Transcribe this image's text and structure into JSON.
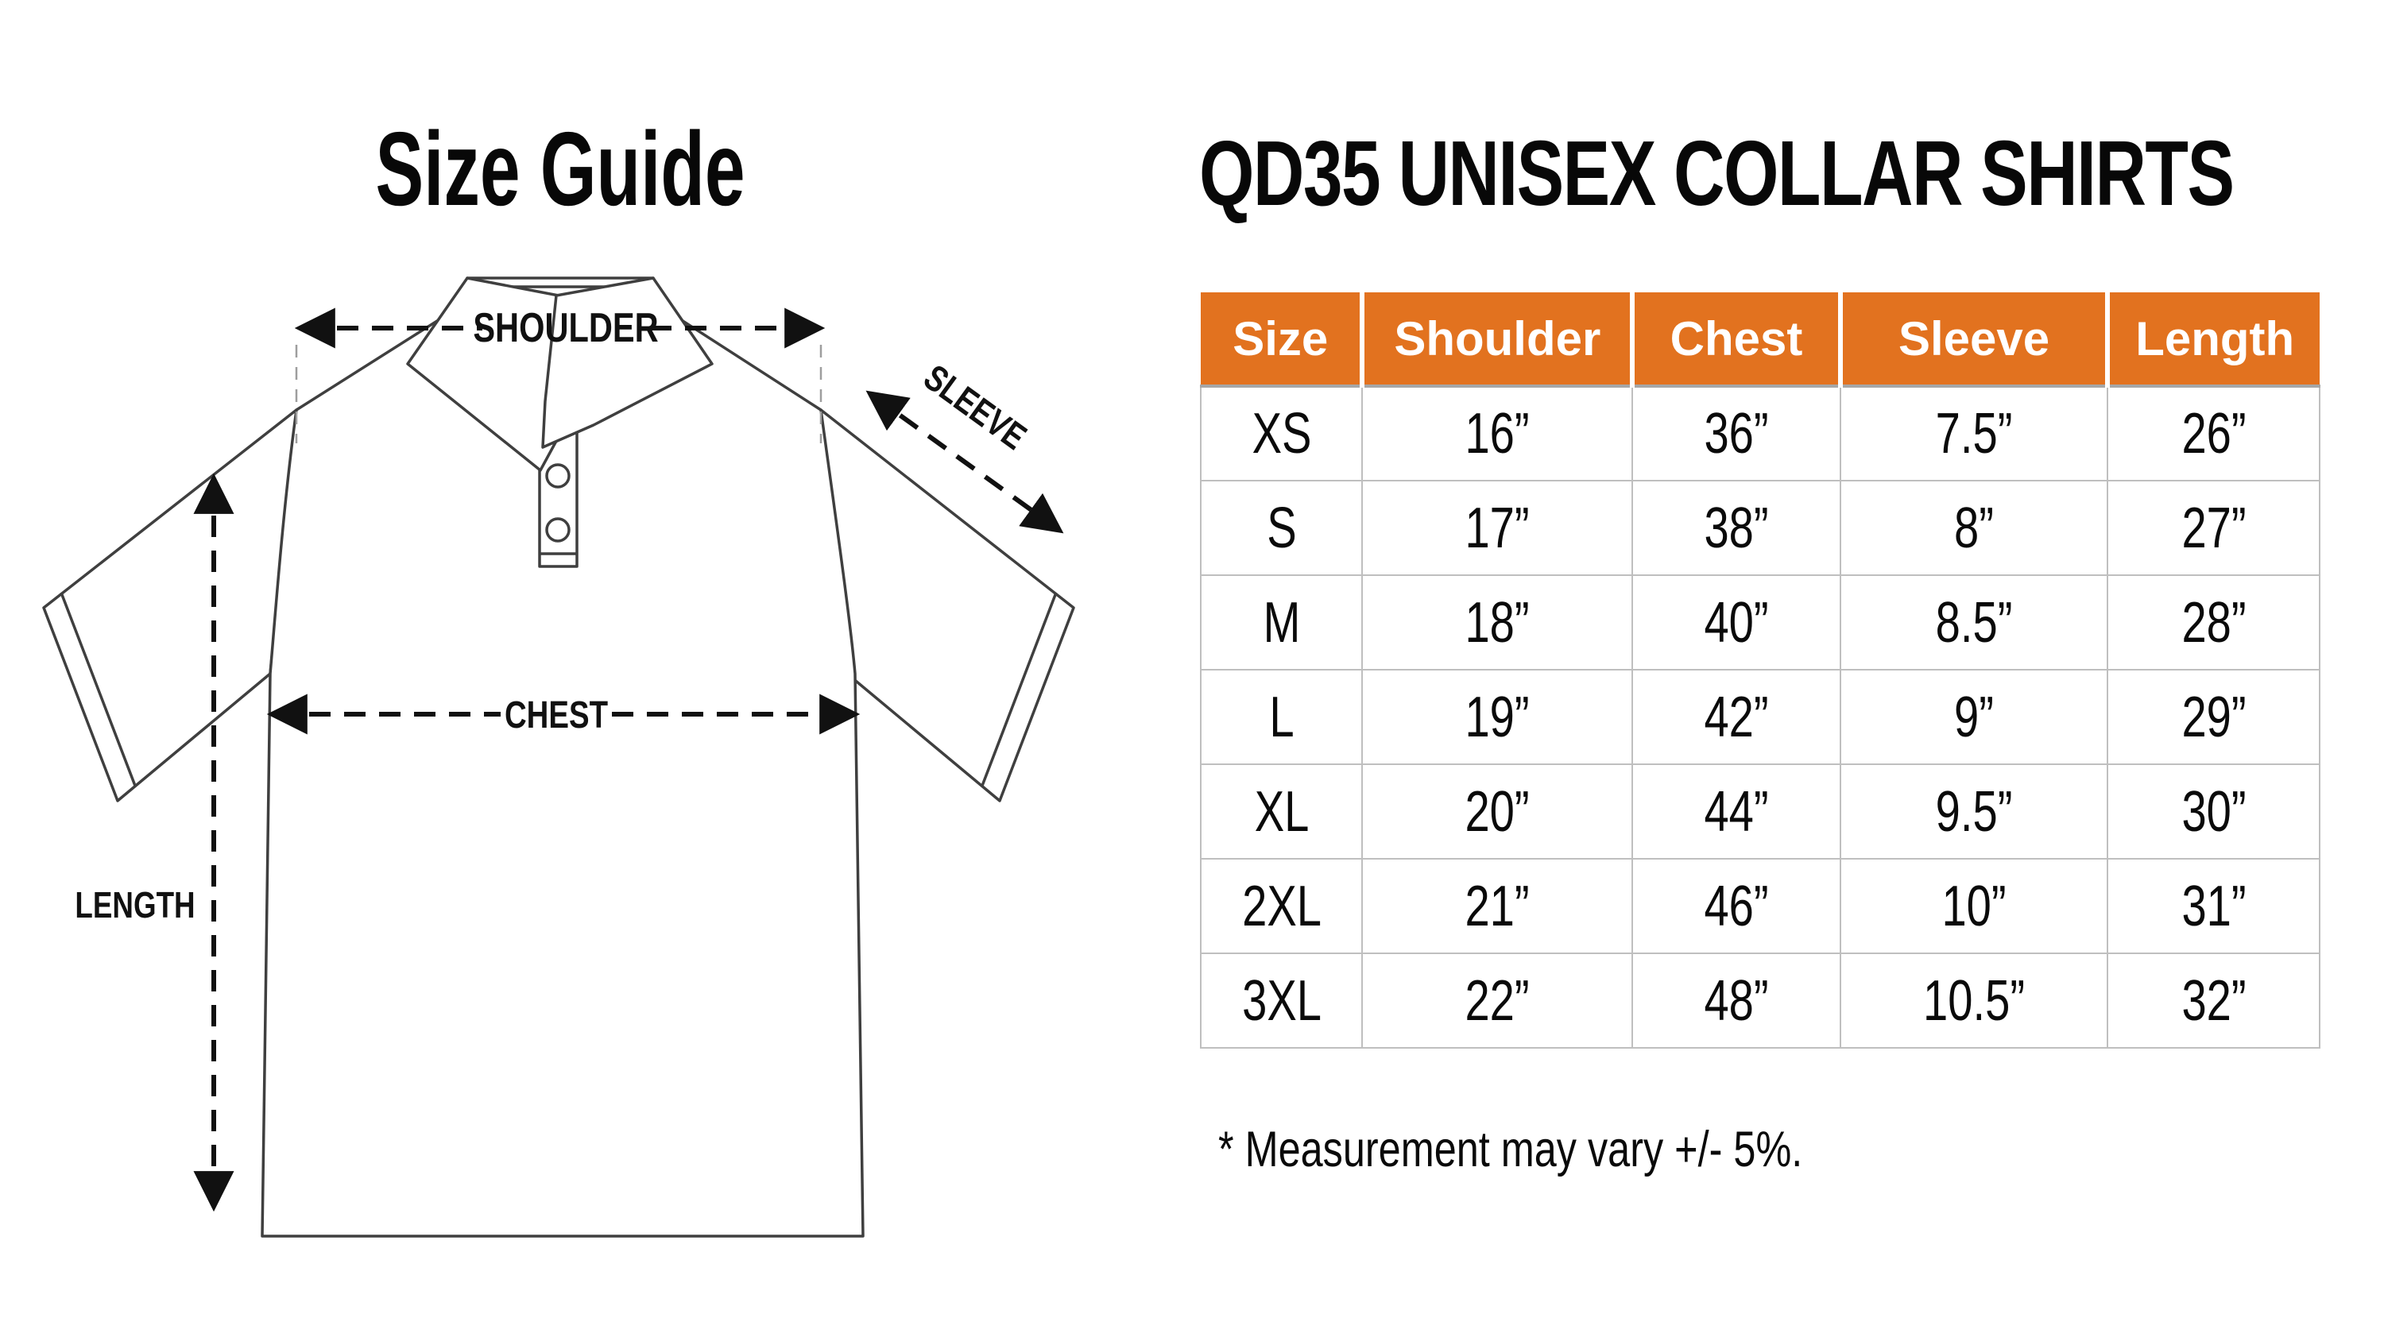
{
  "left_panel": {
    "title": "Size Guide",
    "labels": {
      "shoulder": "SHOULDER",
      "sleeve": "SLEEVE",
      "chest": "CHEST",
      "length": "LENGTH"
    }
  },
  "right_panel": {
    "title": "QD35 UNISEX COLLAR SHIRTS",
    "table": {
      "columns": [
        "Size",
        "Shoulder",
        "Chest",
        "Sleeve",
        "Length"
      ],
      "rows": [
        [
          "XS",
          "16”",
          "36”",
          "7.5”",
          "26”"
        ],
        [
          "S",
          "17”",
          "38”",
          "8”",
          "27”"
        ],
        [
          "M",
          "18”",
          "40”",
          "8.5”",
          "28”"
        ],
        [
          "L",
          "19”",
          "42”",
          "9”",
          "29”"
        ],
        [
          "XL",
          "20”",
          "44”",
          "9.5”",
          "30”"
        ],
        [
          "2XL",
          "21”",
          "46”",
          "10”",
          "31”"
        ],
        [
          "3XL",
          "22”",
          "48”",
          "10.5”",
          "32”"
        ]
      ]
    },
    "footnote": "* Measurement may vary +/- 5%.",
    "colors": {
      "header_bg": "#E2721F",
      "header_text": "#FFFFFF",
      "grid": "#BFBFBF",
      "text": "#0A0A0A"
    }
  }
}
